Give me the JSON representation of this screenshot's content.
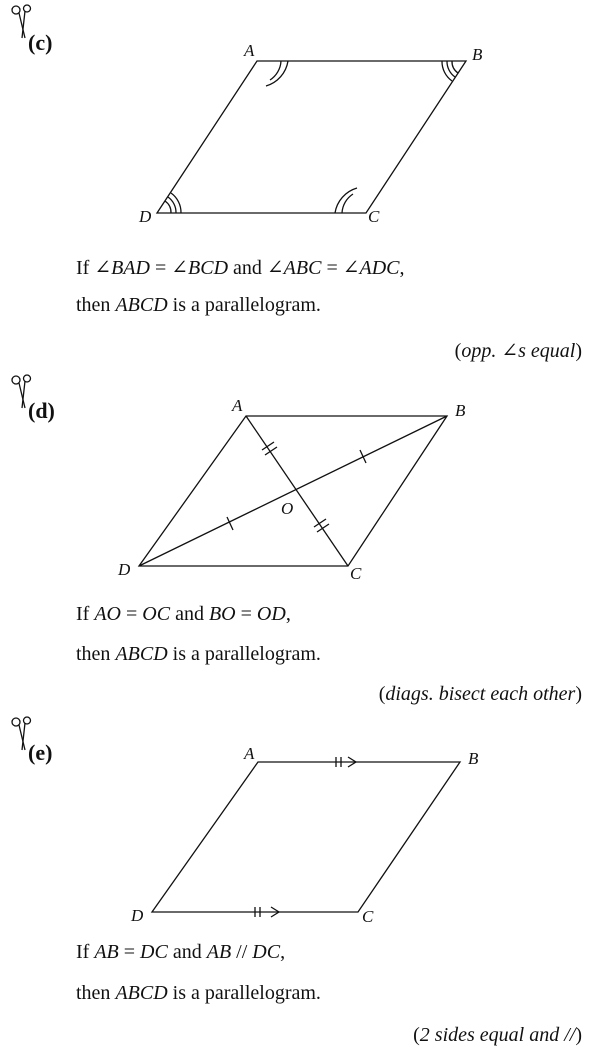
{
  "sections": [
    {
      "tag": "(c)",
      "vertices": {
        "A": "A",
        "B": "B",
        "C": "C",
        "D": "D"
      },
      "line1": {
        "p1": "If ",
        "m1": "∠BAD",
        "p2": " = ",
        "m2": "∠BCD",
        "p3": " and ",
        "m3": "∠ABC",
        "p4": " = ",
        "m4": "∠ADC",
        "p5": ","
      },
      "line2": {
        "p1": "then ",
        "m1": "ABCD",
        "p2": " is a parallelogram."
      },
      "reason": {
        "open": "(",
        "text": "opp. ∠s equal",
        "close": ")"
      }
    },
    {
      "tag": "(d)",
      "vertices": {
        "A": "A",
        "B": "B",
        "C": "C",
        "D": "D",
        "O": "O"
      },
      "line1": {
        "p1": "If ",
        "m1": "AO",
        "p2": " = ",
        "m2": "OC",
        "p3": " and ",
        "m3": "BO",
        "p4": " = ",
        "m4": "OD",
        "p5": ","
      },
      "line2": {
        "p1": "then ",
        "m1": "ABCD",
        "p2": " is a parallelogram."
      },
      "reason": {
        "open": "(",
        "text": "diags. bisect each other",
        "close": ")"
      }
    },
    {
      "tag": "(e)",
      "vertices": {
        "A": "A",
        "B": "B",
        "C": "C",
        "D": "D"
      },
      "line1": {
        "p1": "If ",
        "m1": "AB",
        "p2": " = ",
        "m2": "DC",
        "p3": " and ",
        "m3": "AB",
        "p4": " // ",
        "m4": "DC",
        "p5": ","
      },
      "line2": {
        "p1": "then ",
        "m1": "ABCD",
        "p2": " is a parallelogram."
      },
      "reason": {
        "open": "(",
        "text": "2 sides equal and //",
        "close": ")"
      }
    }
  ],
  "colors": {
    "ink": "#111111",
    "background": "#ffffff"
  }
}
